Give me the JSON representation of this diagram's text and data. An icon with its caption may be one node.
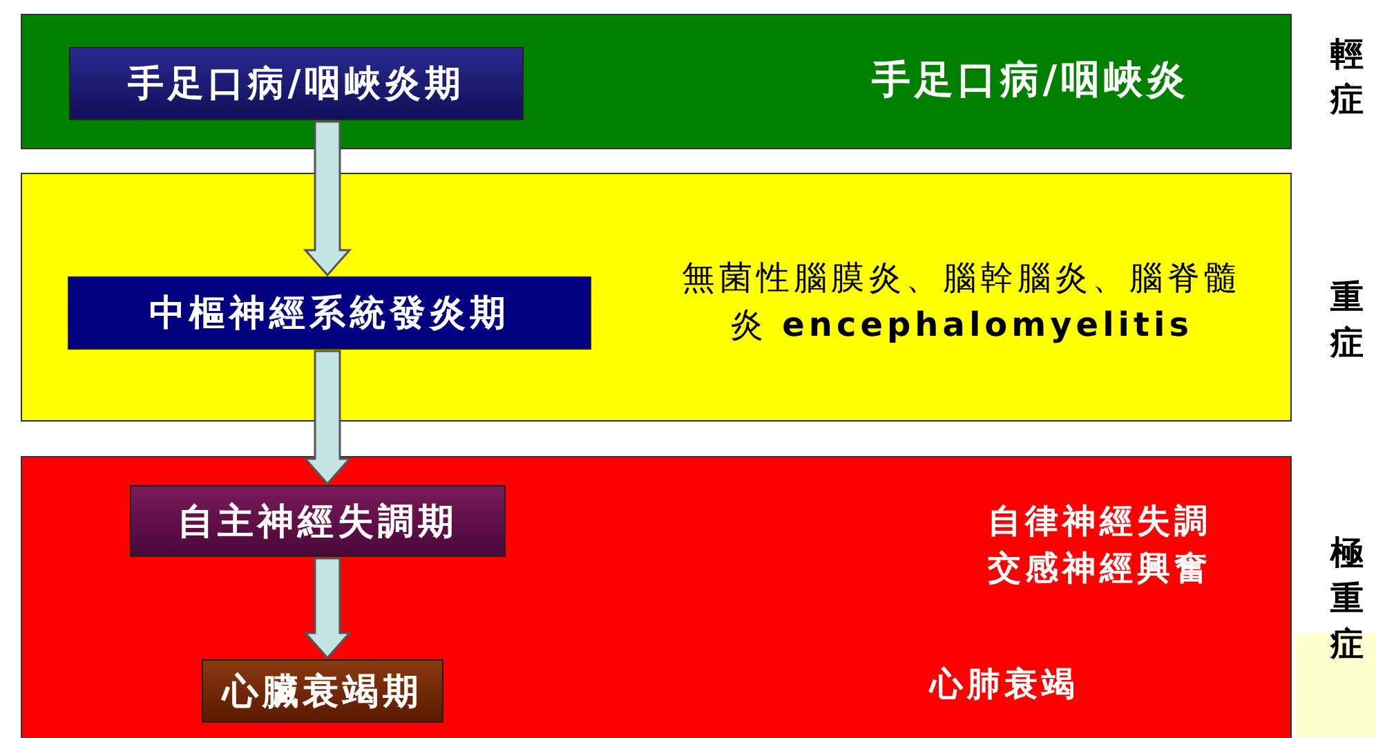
{
  "diagram": {
    "nodes": [
      {
        "text": [
          "手足口病/咽峽炎"
        ],
        "beside": [
          "輕症"
        ]
      },
      {
        "text": [
          "手足口病/咽峽炎期"
        ],
        "in": 0
      },
      {
        "text": [
          "無菌性腦膜炎、腦幹腦炎、腦脊髓炎 **encephalomyelitis**"
        ],
        "beside": [
          "重症"
        ]
      },
      {
        "text": [
          "中樞神經系統發炎期"
        ],
        "in": 2
      },
      {
        "text": [
          "自律神經失調",
          "交感神經興奮",
          "心肺衰竭"
        ],
        "beside": [
          "極重症"
        ]
      },
      {
        "text": [
          "自主神經失調期"
        ],
        "in": 4
      },
      {
        "text": [
          "心臟衰竭期"
        ],
        "in": 4
      }
    ],
    "edges": [
      {
        "from": 1,
        "to": 3,
        "arrow": "to"
      },
      {
        "from": 3,
        "to": 5,
        "arrow": "to"
      },
      {
        "from": 5,
        "to": 6,
        "arrow": "to"
      }
    ]
  }
}
